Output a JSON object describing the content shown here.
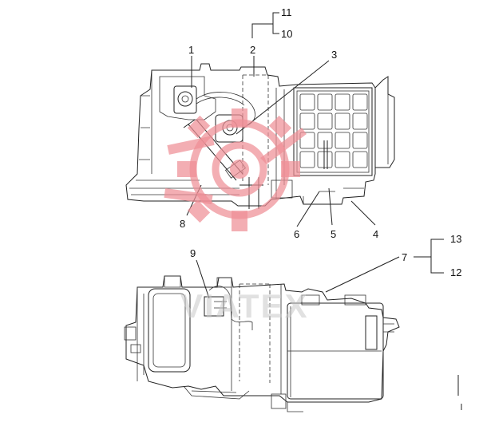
{
  "callouts": {
    "c1": "1",
    "c2": "2",
    "c3": "3",
    "c4": "4",
    "c5": "5",
    "c6": "6",
    "c7": "7",
    "c8": "8",
    "c9": "9",
    "c10": "10",
    "c11": "11",
    "c12": "12",
    "c13": "13"
  },
  "watermark": {
    "text": "VIATEX",
    "color": "#ef8f95"
  }
}
